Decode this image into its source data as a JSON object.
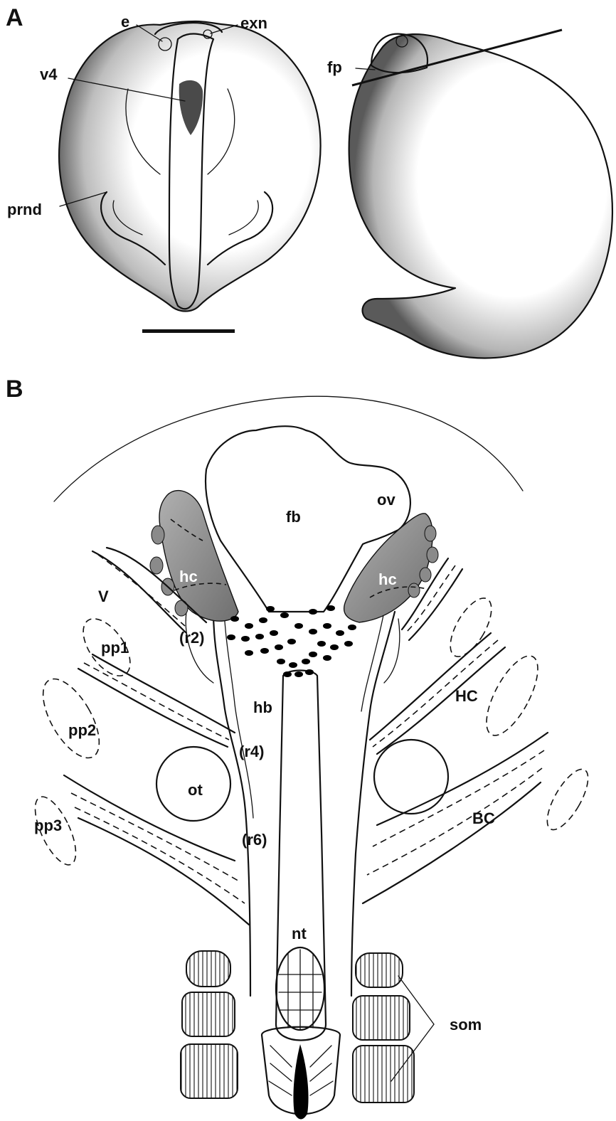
{
  "panels": {
    "a": "A",
    "b": "B"
  },
  "panel_a": {
    "labels": {
      "e": "e",
      "exn": "exn",
      "v4": "v4",
      "prnd": "prnd",
      "fp": "fp"
    }
  },
  "panel_b": {
    "labels": {
      "fb": "fb",
      "ov": "ov",
      "hc_left": "hc",
      "hc_right": "hc",
      "V": "V",
      "r2": "(r2)",
      "pp1": "pp1",
      "pp2": "pp2",
      "pp3": "pp3",
      "hb": "hb",
      "r4": "(r4)",
      "ot": "ot",
      "r6": "(r6)",
      "HC": "HC",
      "BC": "BC",
      "nt": "nt",
      "som": "som"
    }
  },
  "colors": {
    "ink": "#111111",
    "hatching_gland": "#8a8a8a",
    "notochord": "#000000"
  }
}
